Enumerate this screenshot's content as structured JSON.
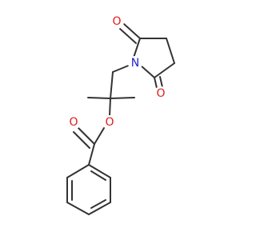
{
  "molecule": {
    "atoms": [
      {
        "id": "N1",
        "symbol": "N",
        "color": "#1f1fd6"
      },
      {
        "id": "O1",
        "symbol": "O",
        "color": "#e01b1b"
      },
      {
        "id": "O2",
        "symbol": "O",
        "color": "#e01b1b"
      },
      {
        "id": "O3",
        "symbol": "O",
        "color": "#e01b1b"
      },
      {
        "id": "O4",
        "symbol": "O",
        "color": "#e01b1b"
      }
    ],
    "bond_color": "#333333",
    "background": "#ffffff"
  }
}
